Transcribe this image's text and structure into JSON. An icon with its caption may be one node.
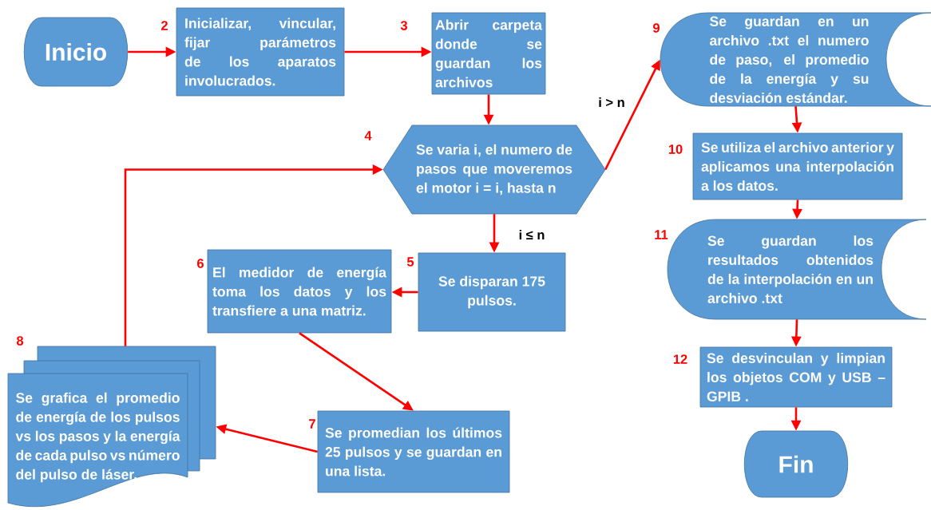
{
  "diagram": {
    "nodes": [
      {
        "text": [
          "Inicio"
        ]
      },
      {
        "text": [
          "Inicializar, vincular, fijar parámetros de los aparatos involucrados."
        ],
        "beside": [
          "2"
        ]
      },
      {
        "text": [
          "Abrir carpeta donde se guardan los archivos"
        ],
        "beside": [
          "3"
        ]
      },
      {
        "text": [
          "Se varia i, el numero de pasos que moveremos el motor i = i, hasta n"
        ],
        "beside": [
          "4"
        ]
      },
      {
        "text": [
          "Se disparan 175 pulsos."
        ],
        "beside": [
          "5"
        ]
      },
      {
        "text": [
          "El medidor de energía toma los datos y los transfiere a una matriz."
        ],
        "beside": [
          "6"
        ]
      },
      {
        "text": [
          "Se promedian los últimos 25 pulsos y se guardan en una lista."
        ],
        "beside": [
          "7"
        ]
      },
      {
        "text": [
          "Se grafica el promedio de energía de los pulsos vs los pasos y la energía de cada pulso vs número del pulso de láser."
        ],
        "beside": [
          "8"
        ]
      },
      {
        "text": [
          "Se guardan en un archivo .txt el numero de paso, el promedio de la energía y su desviación estándar."
        ],
        "beside": [
          "9"
        ]
      },
      {
        "text": [
          "Se utiliza el archivo anterior y aplicamos una interpolación a los datos."
        ],
        "beside": [
          "10"
        ]
      },
      {
        "text": [
          "Se guardan los resultados obtenidos de la interpolación en un archivo .txt"
        ],
        "beside": [
          "11"
        ]
      },
      {
        "text": [
          "Se desvinculan y limpian los objetos COM y USB – GPIB ."
        ],
        "beside": [
          "12"
        ]
      },
      {
        "text": [
          "Fin"
        ]
      }
    ],
    "edges": [
      {
        "from": 0,
        "to": 1,
        "arrow": "to"
      },
      {
        "from": 1,
        "to": 2,
        "arrow": "to"
      },
      {
        "from": 2,
        "to": 3,
        "arrow": "to"
      },
      {
        "from": 3,
        "to": 8,
        "arrow": "to",
        "label": "i > n"
      },
      {
        "from": 3,
        "to": 4,
        "arrow": "to",
        "label": "i ≤ n"
      },
      {
        "from": 4,
        "to": 5,
        "arrow": "to"
      },
      {
        "from": 5,
        "to": 6,
        "arrow": "to"
      },
      {
        "from": 6,
        "to": 7,
        "arrow": "to"
      },
      {
        "from": 7,
        "to": 3,
        "arrow": "to"
      },
      {
        "from": 8,
        "to": 9,
        "arrow": "to"
      },
      {
        "from": 9,
        "to": 10,
        "arrow": "to"
      },
      {
        "from": 10,
        "to": 11,
        "arrow": "to"
      },
      {
        "from": 11,
        "to": 12,
        "arrow": "to"
      }
    ]
  }
}
